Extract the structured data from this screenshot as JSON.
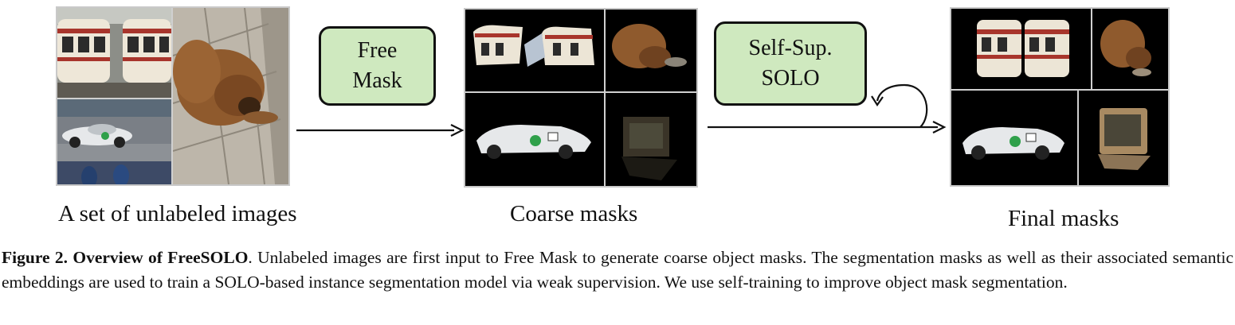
{
  "boxes": {
    "free_mask": "Free\nMask",
    "self_sup_solo": "Self-Sup.\nSOLO"
  },
  "labels": {
    "input": "A set of unlabeled images",
    "coarse": "Coarse masks",
    "final": "Final masks"
  },
  "caption": {
    "figure_label": "Figure 2.",
    "title": "Overview of FreeSOLO",
    "body": ". Unlabeled images are first input to Free Mask to generate coarse object masks. The segmentation masks as well as their associated semantic embeddings are used to train a SOLO-based instance segmentation model via weak supervision. We use self-training to improve object mask segmentation."
  },
  "colors": {
    "box_fill": "#cfe9bf",
    "box_border": "#111111",
    "mask_background": "#000000"
  },
  "icons": [
    "train-image",
    "dog-image",
    "race-car-image",
    "monitor-image"
  ]
}
